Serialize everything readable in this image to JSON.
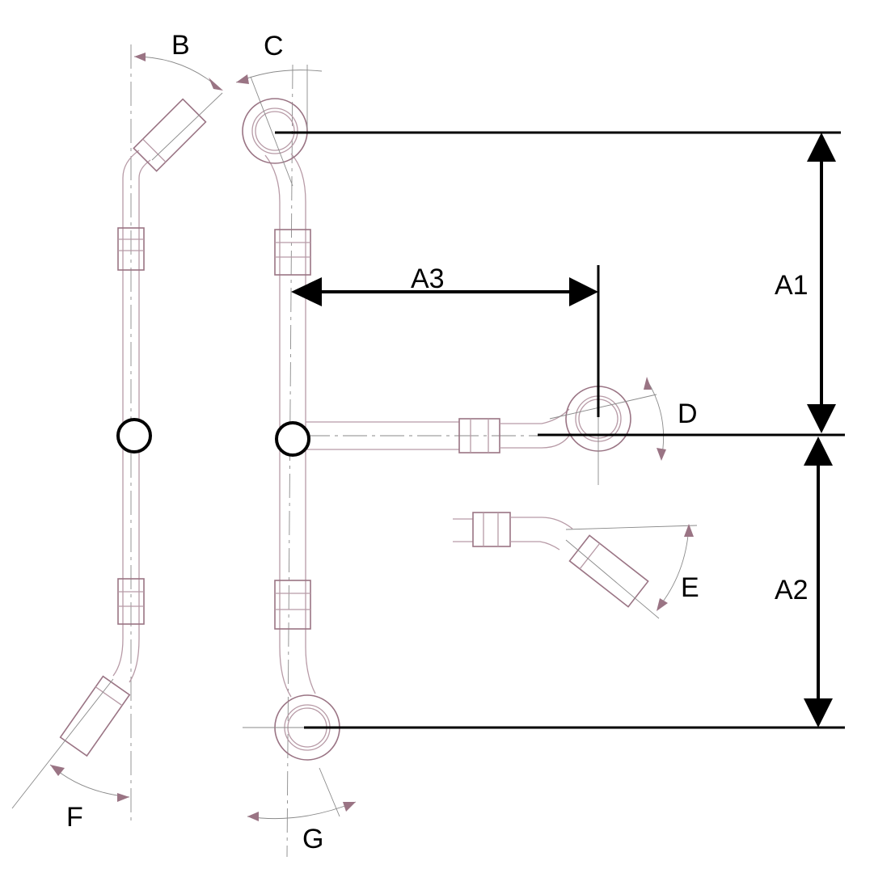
{
  "diagram": {
    "dimensions": [
      "A1",
      "A2",
      "A3"
    ],
    "angles": [
      "B",
      "C",
      "D",
      "E",
      "F",
      "G"
    ]
  },
  "colors": {
    "hose_line": "#b79aa6",
    "dimension_line": "#000000"
  }
}
